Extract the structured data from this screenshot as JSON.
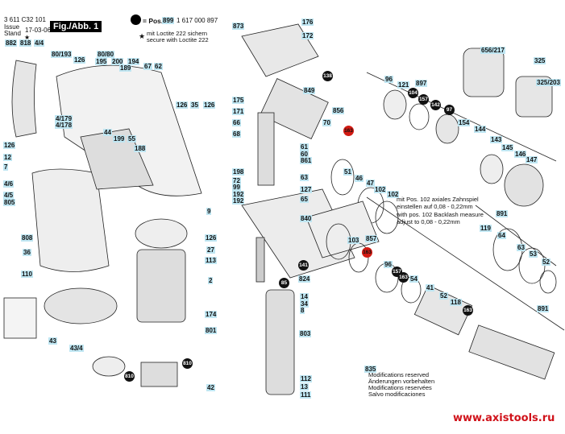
{
  "header": {
    "doc_number": "3 611 C32 101",
    "issue_label": "Issue",
    "stand_label": "Stand",
    "date": "17-03-06",
    "figure": "Fig./Abb. 1",
    "pos_label": "= Pos.",
    "pos_number": "899",
    "pos_part": "1 617 000 897",
    "loctite_de": "mit Loctite 222 sichern",
    "loctite_en": "secure with Loctite 222"
  },
  "notes": {
    "backlash_de_1": "mit Pos. 102 axiales Zahnspiel",
    "backlash_de_2": "einstellen auf 0,08 - 0,22mm",
    "backlash_en_1": "with pos. 102 Backlash measure",
    "backlash_en_2": "adjust to 0,08 - 0,22mm",
    "mod_en": "Modifications reserved",
    "mod_de": "Änderungen vorbehalten",
    "mod_fr": "Modifications reservées",
    "mod_es": "Salvo modificaciones"
  },
  "watermark": "www.axistools.ru",
  "colors": {
    "callout_bg": "#bfe6f2",
    "marker_black": "#111111",
    "marker_red": "#d21a12",
    "watermark": "#d0121a"
  },
  "callouts": [
    {
      "text": "882",
      "kind": "box"
    },
    {
      "text": "818",
      "kind": "box"
    },
    {
      "text": "4/4",
      "kind": "box"
    },
    {
      "text": "80/193",
      "kind": "box"
    },
    {
      "text": "126",
      "kind": "box"
    },
    {
      "text": "80/80",
      "kind": "box"
    },
    {
      "text": "195",
      "kind": "box"
    },
    {
      "text": "200",
      "kind": "box"
    },
    {
      "text": "194",
      "kind": "box"
    },
    {
      "text": "189",
      "kind": "box"
    },
    {
      "text": "67",
      "kind": "box"
    },
    {
      "text": "62",
      "kind": "box"
    },
    {
      "text": "4/179",
      "kind": "box"
    },
    {
      "text": "4/178",
      "kind": "box"
    },
    {
      "text": "44",
      "kind": "box"
    },
    {
      "text": "199",
      "kind": "box"
    },
    {
      "text": "55",
      "kind": "box"
    },
    {
      "text": "188",
      "kind": "box"
    },
    {
      "text": "126",
      "kind": "box"
    },
    {
      "text": "35",
      "kind": "box"
    },
    {
      "text": "126",
      "kind": "box"
    },
    {
      "text": "126",
      "kind": "box"
    },
    {
      "text": "12",
      "kind": "box"
    },
    {
      "text": "7",
      "kind": "box"
    },
    {
      "text": "4/6",
      "kind": "box"
    },
    {
      "text": "4/5",
      "kind": "box"
    },
    {
      "text": "805",
      "kind": "box"
    },
    {
      "text": "9",
      "kind": "box"
    },
    {
      "text": "808",
      "kind": "box"
    },
    {
      "text": "36",
      "kind": "box"
    },
    {
      "text": "110",
      "kind": "box"
    },
    {
      "text": "126",
      "kind": "box"
    },
    {
      "text": "27",
      "kind": "box"
    },
    {
      "text": "113",
      "kind": "box"
    },
    {
      "text": "2",
      "kind": "box"
    },
    {
      "text": "174",
      "kind": "box"
    },
    {
      "text": "801",
      "kind": "box"
    },
    {
      "text": "43",
      "kind": "box"
    },
    {
      "text": "43/4",
      "kind": "box"
    },
    {
      "text": "810",
      "kind": "dot"
    },
    {
      "text": "810",
      "kind": "dot"
    },
    {
      "text": "42",
      "kind": "box"
    },
    {
      "text": "873",
      "kind": "box"
    },
    {
      "text": "176",
      "kind": "box"
    },
    {
      "text": "172",
      "kind": "box"
    },
    {
      "text": "138",
      "kind": "dot"
    },
    {
      "text": "849",
      "kind": "box"
    },
    {
      "text": "70",
      "kind": "box"
    },
    {
      "text": "856",
      "kind": "box"
    },
    {
      "text": "163",
      "kind": "red"
    },
    {
      "text": "175",
      "kind": "box"
    },
    {
      "text": "171",
      "kind": "box"
    },
    {
      "text": "66",
      "kind": "box"
    },
    {
      "text": "68",
      "kind": "box"
    },
    {
      "text": "61",
      "kind": "box"
    },
    {
      "text": "60",
      "kind": "box"
    },
    {
      "text": "861",
      "kind": "box"
    },
    {
      "text": "198",
      "kind": "box"
    },
    {
      "text": "72",
      "kind": "box"
    },
    {
      "text": "99",
      "kind": "box"
    },
    {
      "text": "192",
      "kind": "box"
    },
    {
      "text": "192",
      "kind": "box"
    },
    {
      "text": "63",
      "kind": "box"
    },
    {
      "text": "127",
      "kind": "box"
    },
    {
      "text": "65",
      "kind": "box"
    },
    {
      "text": "51",
      "kind": "box"
    },
    {
      "text": "46",
      "kind": "box"
    },
    {
      "text": "47",
      "kind": "box"
    },
    {
      "text": "102",
      "kind": "box"
    },
    {
      "text": "102",
      "kind": "box"
    },
    {
      "text": "840",
      "kind": "box"
    },
    {
      "text": "103",
      "kind": "box"
    },
    {
      "text": "857",
      "kind": "box"
    },
    {
      "text": "163",
      "kind": "red"
    },
    {
      "text": "141",
      "kind": "dot"
    },
    {
      "text": "824",
      "kind": "box"
    },
    {
      "text": "85",
      "kind": "dot"
    },
    {
      "text": "14",
      "kind": "box"
    },
    {
      "text": "34",
      "kind": "box"
    },
    {
      "text": "8",
      "kind": "box"
    },
    {
      "text": "803",
      "kind": "box"
    },
    {
      "text": "112",
      "kind": "box"
    },
    {
      "text": "13",
      "kind": "box"
    },
    {
      "text": "111",
      "kind": "box"
    },
    {
      "text": "96",
      "kind": "box"
    },
    {
      "text": "121",
      "kind": "box"
    },
    {
      "text": "897",
      "kind": "box"
    },
    {
      "text": "104",
      "kind": "dot"
    },
    {
      "text": "157",
      "kind": "dot"
    },
    {
      "text": "142",
      "kind": "dot"
    },
    {
      "text": "97",
      "kind": "dot"
    },
    {
      "text": "154",
      "kind": "box"
    },
    {
      "text": "144",
      "kind": "box"
    },
    {
      "text": "143",
      "kind": "box"
    },
    {
      "text": "145",
      "kind": "box"
    },
    {
      "text": "146",
      "kind": "box"
    },
    {
      "text": "147",
      "kind": "box"
    },
    {
      "text": "656/217",
      "kind": "box"
    },
    {
      "text": "325",
      "kind": "box"
    },
    {
      "text": "325/203",
      "kind": "box"
    },
    {
      "text": "891",
      "kind": "box"
    },
    {
      "text": "119",
      "kind": "box"
    },
    {
      "text": "64",
      "kind": "box"
    },
    {
      "text": "63",
      "kind": "box"
    },
    {
      "text": "53",
      "kind": "box"
    },
    {
      "text": "52",
      "kind": "box"
    },
    {
      "text": "96",
      "kind": "box"
    },
    {
      "text": "157",
      "kind": "dot"
    },
    {
      "text": "163",
      "kind": "dot"
    },
    {
      "text": "54",
      "kind": "box"
    },
    {
      "text": "41",
      "kind": "box"
    },
    {
      "text": "52",
      "kind": "box"
    },
    {
      "text": "118",
      "kind": "box"
    },
    {
      "text": "163",
      "kind": "dot"
    },
    {
      "text": "891",
      "kind": "box"
    },
    {
      "text": "835",
      "kind": "box"
    }
  ]
}
